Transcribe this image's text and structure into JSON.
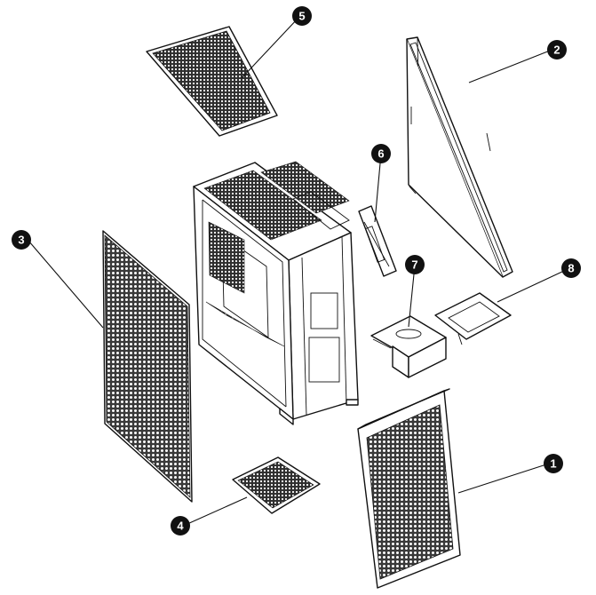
{
  "figure": {
    "kind": "exploded-view",
    "line_color": "#111111",
    "background": "#ffffff"
  },
  "callouts": [
    {
      "id": "1",
      "label": "1"
    },
    {
      "id": "2",
      "label": "2"
    },
    {
      "id": "3",
      "label": "3"
    },
    {
      "id": "4",
      "label": "4"
    },
    {
      "id": "5",
      "label": "5"
    },
    {
      "id": "6",
      "label": "6"
    },
    {
      "id": "7",
      "label": "7"
    },
    {
      "id": "8",
      "label": "8"
    }
  ]
}
